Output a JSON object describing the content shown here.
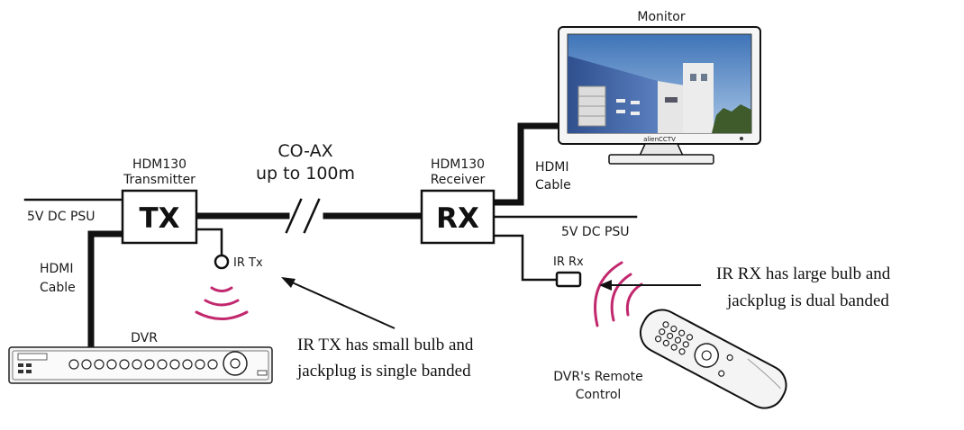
{
  "monitor": {
    "label": "Monitor",
    "brand": "alienCCTV"
  },
  "transmitter": {
    "label_line1": "HDM130",
    "label_line2": "Transmitter",
    "box_text": "TX"
  },
  "receiver": {
    "label_line1": "HDM130",
    "label_line2": "Receiver",
    "box_text": "RX"
  },
  "coax": {
    "line1": "CO-AX",
    "line2": "up to 100m"
  },
  "psu_left": "5V DC PSU",
  "psu_right": "5V DC PSU",
  "hdmi_left": {
    "line1": "HDMI",
    "line2": "Cable"
  },
  "hdmi_right": {
    "line1": "HDMI",
    "line2": "Cable"
  },
  "ir_tx_label": "IR Tx",
  "ir_rx_label": "IR Rx",
  "dvr_label": "DVR",
  "remote_label": {
    "line1": "DVR's Remote",
    "line2": "Control"
  },
  "note_tx": {
    "line1": "IR TX has small bulb and",
    "line2": "jackplug is single banded"
  },
  "note_rx": {
    "line1": "IR RX has large bulb and",
    "line2": "jackplug is dual banded"
  },
  "colors": {
    "wave": "#c2286e",
    "cable": "#111111",
    "sky": "#5f8fc8",
    "building": "#3d5f9c"
  }
}
